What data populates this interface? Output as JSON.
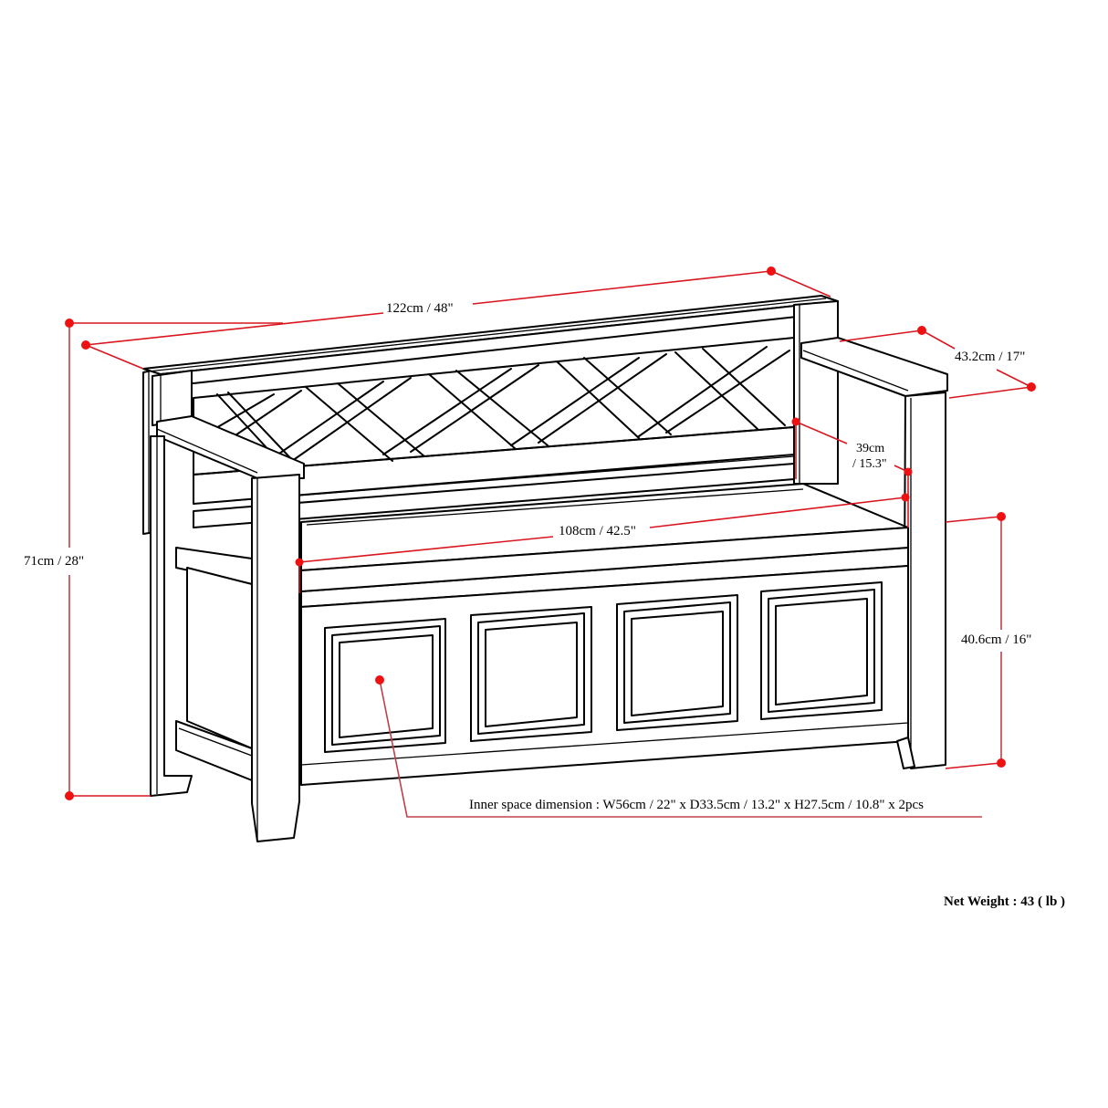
{
  "colors": {
    "line": "#000000",
    "dimension": "#d9161f",
    "dot": "#ee1111",
    "background": "#ffffff"
  },
  "drawing": {
    "subject": "storage bench with lattice back, arm rests and four-panel front",
    "front_panels": 4,
    "lattice_crosses": 5
  },
  "dimensions": {
    "overall_width": {
      "label": "122cm / 48\"",
      "cm": 122,
      "in": 48
    },
    "overall_depth": {
      "label": "43.2cm / 17\"",
      "cm": 43.2,
      "in": 17
    },
    "overall_height": {
      "label": "71cm / 28\"",
      "cm": 71,
      "in": 28
    },
    "seat_width": {
      "label": "108cm / 42.5\"",
      "cm": 108,
      "in": 42.5
    },
    "seat_depth": {
      "label_line1": "39cm",
      "label_line2": "/ 15.3\"",
      "cm": 39,
      "in": 15.3
    },
    "seat_height": {
      "label": "40.6cm / 16\"",
      "cm": 40.6,
      "in": 16
    },
    "inner_space": {
      "label": "Inner space dimension : W56cm / 22\" x D33.5cm / 13.2\" x H27.5cm / 10.8\" x 2pcs",
      "width": "W56cm / 22\"",
      "depth": "D33.5cm / 13.2\"",
      "height": "H27.5cm / 10.8\"",
      "quantity": "2pcs"
    }
  },
  "net_weight": {
    "label": "Net Weight : 43 ( lb )",
    "value": 43,
    "unit": "lb"
  }
}
